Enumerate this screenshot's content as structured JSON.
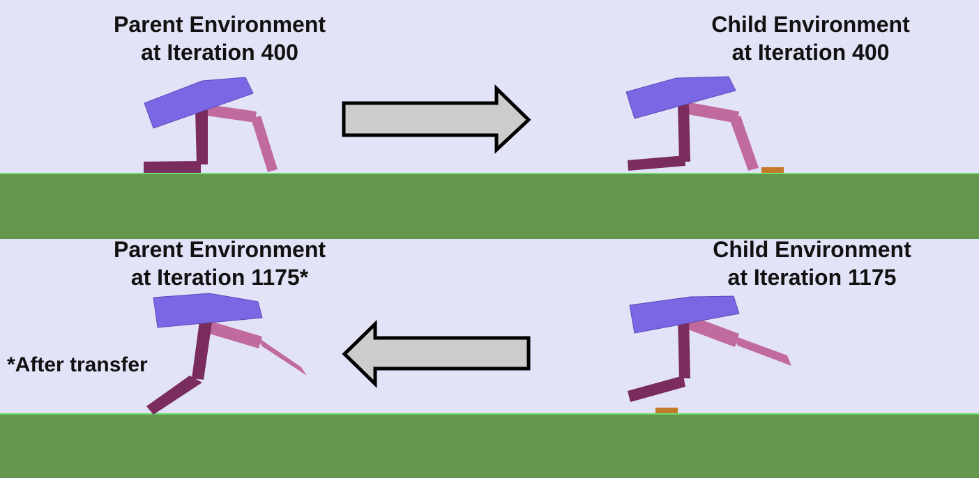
{
  "top_row": {
    "parent_label": {
      "line1": "Parent Environment",
      "line2": "at Iteration 400"
    },
    "child_label": {
      "line1": "Child Environment",
      "line2": "at Iteration 400"
    },
    "arrow_direction": "right"
  },
  "bottom_row": {
    "parent_label": {
      "line1": "Parent Environment",
      "line2": "at Iteration 1175*"
    },
    "child_label": {
      "line1": "Child Environment",
      "line2": "at Iteration 1175"
    },
    "note": "*After transfer",
    "arrow_direction": "left"
  },
  "colors": {
    "sky": "#e3e3f8",
    "ground": "#64964d",
    "ground_edge": "#6fe06f",
    "hull": "#7b67e3",
    "near_leg": "#7a2c5c",
    "far_leg": "#c16a9d",
    "arrow_fill": "#cccccc",
    "arrow_stroke": "#000000",
    "obstacle": "#c47a2a"
  }
}
